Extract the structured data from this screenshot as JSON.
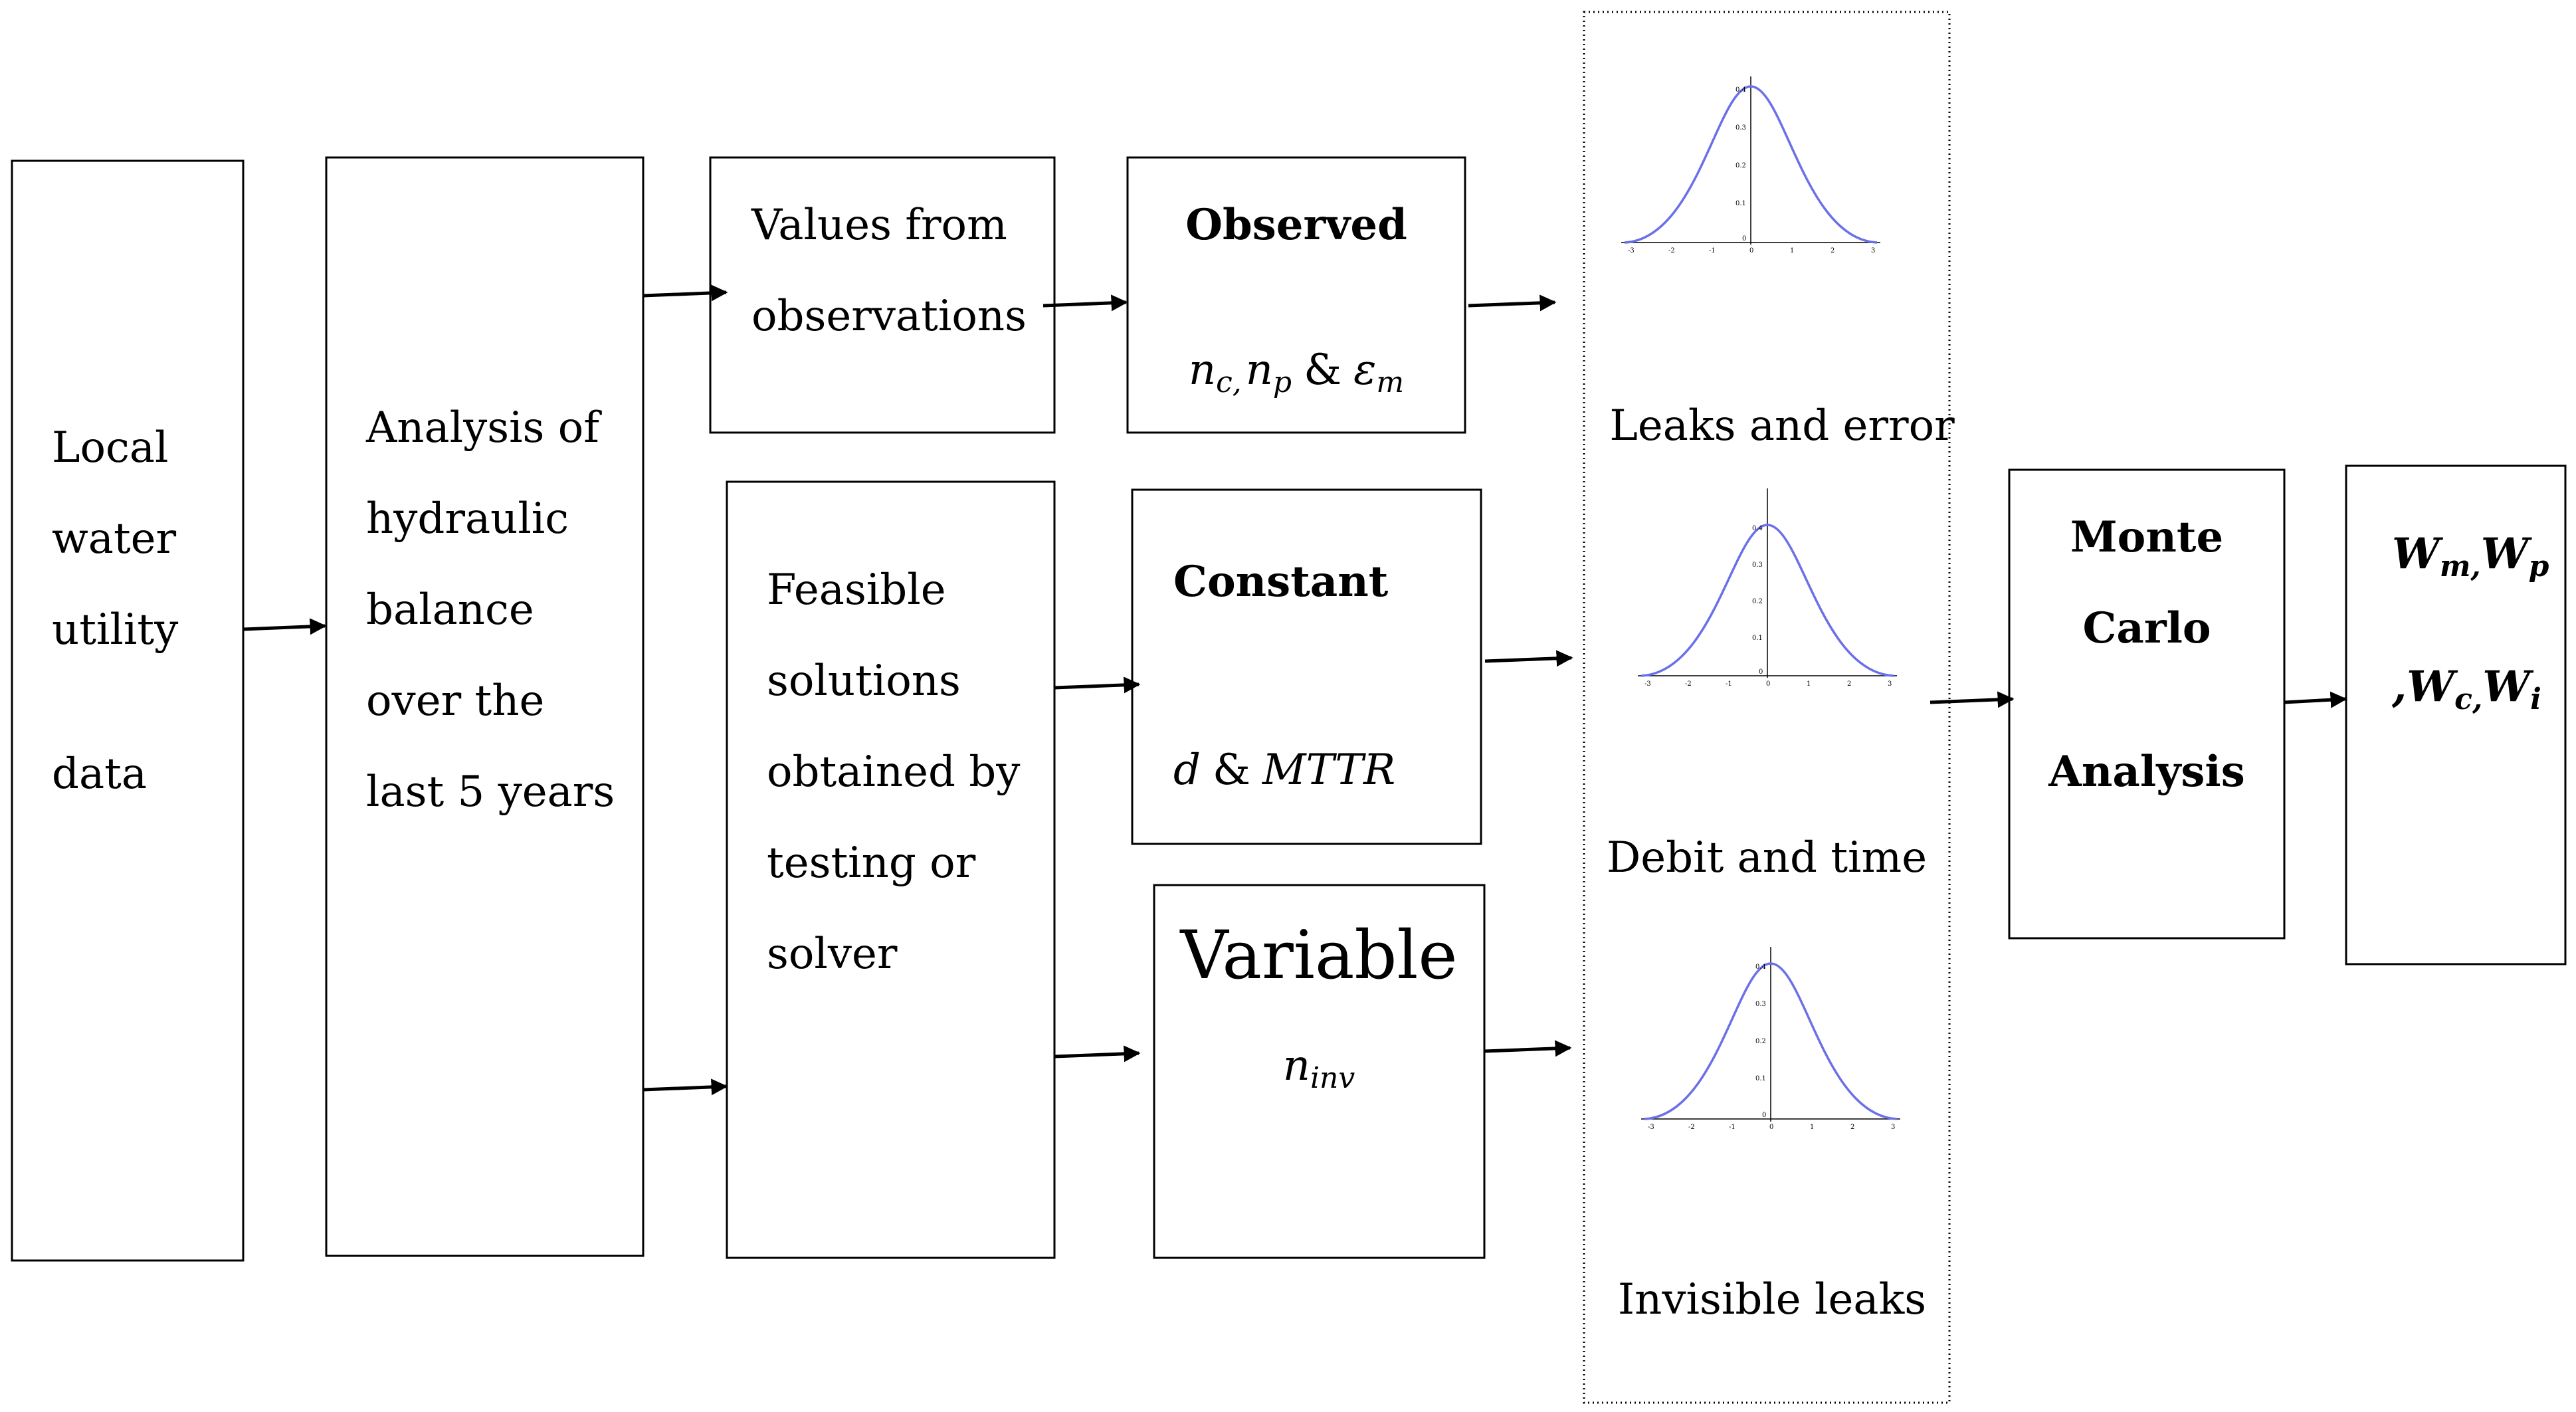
{
  "boxes": {
    "local_data": [
      "Local",
      "water",
      "utility",
      "data"
    ],
    "analysis": [
      "Analysis of",
      "hydraulic",
      "balance",
      "over the",
      "last 5 years"
    ],
    "values_obs": [
      "Values from",
      "observations"
    ],
    "observed": {
      "title": "Observed",
      "var1": "n",
      "var1_sub": "c,",
      "var2": "n",
      "var2_sub": "p",
      "amp": "&",
      "var3": "ε",
      "var3_sub": "m"
    },
    "feasible": [
      "Feasible",
      "solutions",
      "obtained by",
      "testing or",
      "solver"
    ],
    "constant": {
      "title": "Constant",
      "var1": "d",
      "amp": "&",
      "var2": "MTTR"
    },
    "variable": {
      "title": "Variable",
      "var": "n",
      "var_sub": "inv"
    },
    "monte_carlo": [
      "Monte",
      "Carlo",
      "Analysis"
    ],
    "output": {
      "w1": "W",
      "w1_sub": "m,",
      "w2": "W",
      "w2_sub": "p",
      "comma": ",",
      "w3": "W",
      "w3_sub": "c,",
      "w4": "W",
      "w4_sub": "i"
    }
  },
  "distributions": [
    {
      "label": "Leaks and error",
      "x_ticks": [
        "-3",
        "-2",
        "-1",
        "0",
        "1",
        "2",
        "3"
      ],
      "y_ticks": [
        "0.4",
        "0.3",
        "0.2",
        "0.1",
        "0"
      ]
    },
    {
      "label": "Debit and time",
      "x_ticks": [
        "-3",
        "-2",
        "-1",
        "0",
        "1",
        "2",
        "3"
      ],
      "y_ticks": [
        "0.4",
        "0.3",
        "0.2",
        "0.1",
        "0"
      ]
    },
    {
      "label": "Invisible leaks",
      "x_ticks": [
        "-3",
        "-2",
        "-1",
        "0",
        "1",
        "2",
        "3"
      ],
      "y_ticks": [
        "0.4",
        "0.3",
        "0.2",
        "0.1",
        "0"
      ]
    }
  ]
}
